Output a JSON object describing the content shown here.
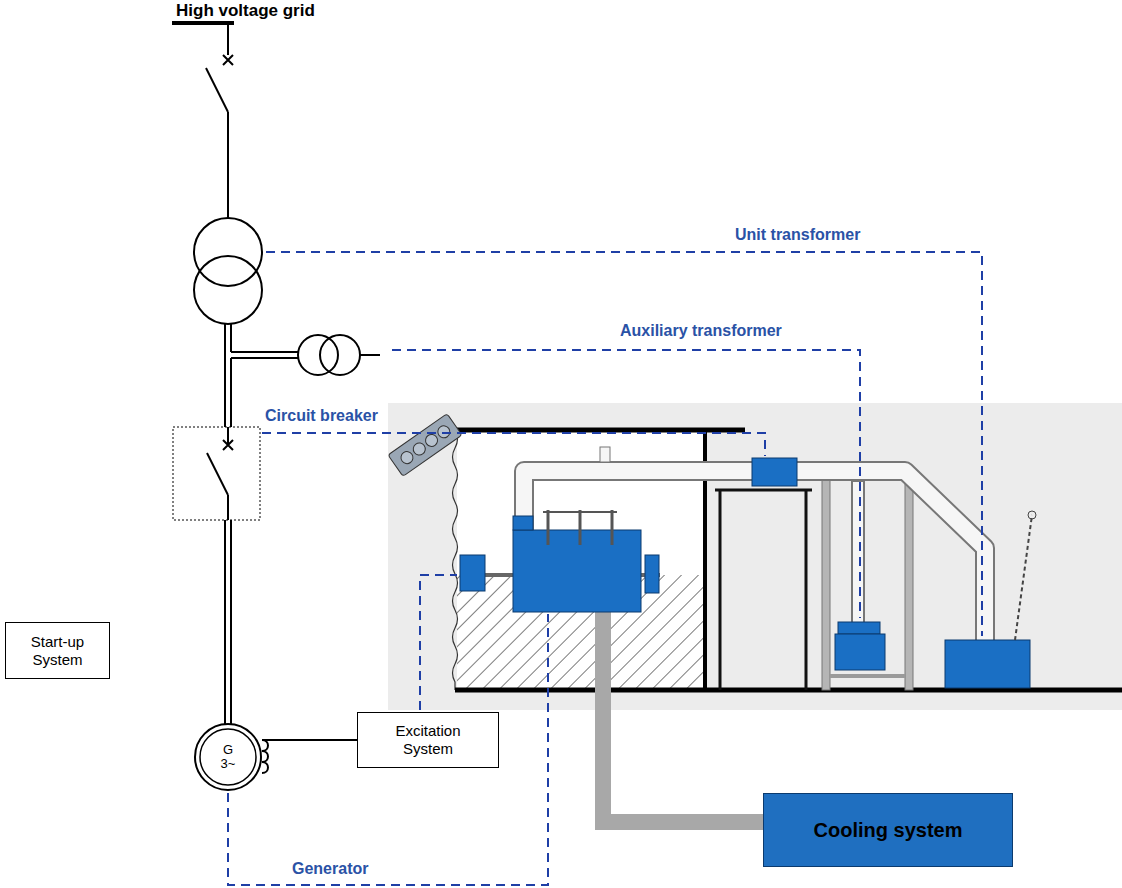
{
  "diagram": {
    "nodes": [
      {
        "text": [
          "Start-up System"
        ]
      },
      {
        "text": [
          "G 3~"
        ]
      },
      {
        "text": [
          "Excitation System"
        ]
      },
      {
        "text": [
          "Cooling system"
        ]
      }
    ],
    "edges": [
      {
        "from": 1,
        "to": 2,
        "arrow": "none"
      }
    ],
    "labels": [
      "High voltage grid",
      "Unit transformer",
      "Auxiliary transformer",
      "Circuit breaker",
      "Generator"
    ]
  }
}
